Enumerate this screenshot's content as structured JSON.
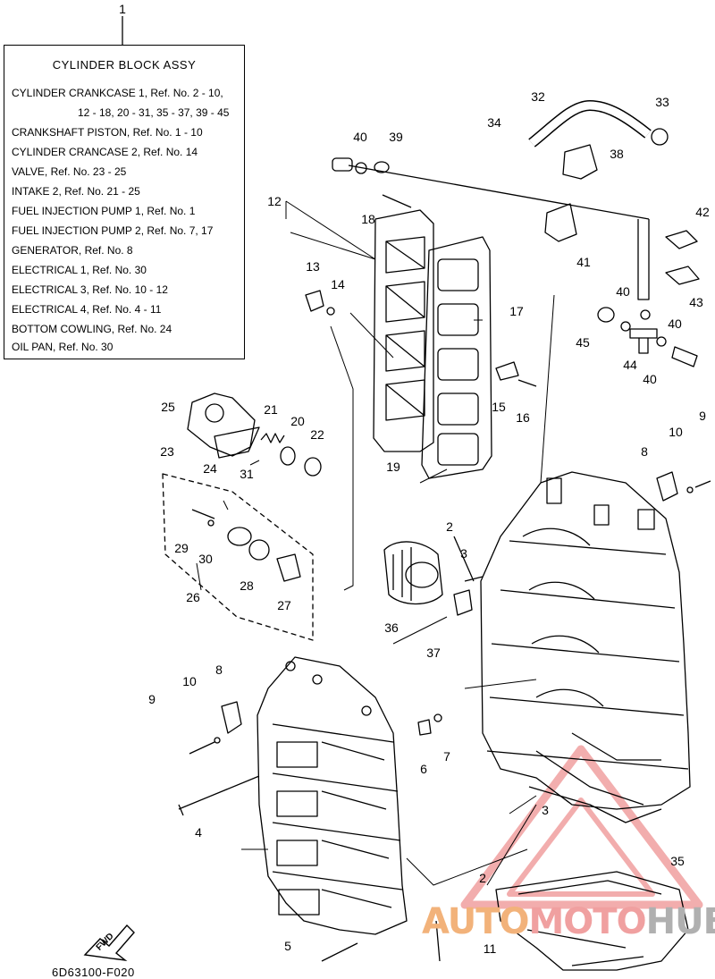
{
  "callout_top": "1",
  "legend": {
    "title": "CYLINDER  BLOCK ASSY",
    "lines": [
      "CYLINDER CRANKCASE 1,  Ref. No. 2 - 10,",
      "12 - 18, 20 - 31, 35 - 37, 39 - 45",
      "CRANKSHAFT PISTON,   Ref. No. 1 - 10",
      "CYLINDER CRANCASE 2,   Ref. No. 14",
      "VALVE,   Ref. No. 23 - 25",
      "INTAKE 2,   Ref. No. 21 - 25",
      "FUEL INJECTION PUMP  1,   Ref. No. 1",
      "FUEL INJECTION PUMP  2,   Ref. No. 7, 17",
      "GENERATOR,   Ref. No. 8",
      "ELECTRICAL 1,   Ref. No. 30",
      "ELECTRICAL 3,   Ref. No. 10 - 12",
      "ELECTRICAL 4,   Ref. No. 4 - 11",
      "BOTTOM COWLING,   Ref. No. 24",
      "OIL PAN,   Ref. No. 30"
    ]
  },
  "callouts": [
    "32",
    "33",
    "34",
    "38",
    "40",
    "39",
    "12",
    "18",
    "42",
    "41",
    "13",
    "14",
    "17",
    "40",
    "43",
    "45",
    "40",
    "44",
    "40",
    "25",
    "21",
    "20",
    "22",
    "15",
    "16",
    "9",
    "23",
    "24",
    "19",
    "10",
    "8",
    "31",
    "2",
    "3",
    "29",
    "30",
    "28",
    "26",
    "27",
    "36",
    "37",
    "10",
    "8",
    "9",
    "6",
    "7",
    "3",
    "4",
    "35",
    "2",
    "5",
    "11"
  ],
  "fwd_label": "FWD",
  "footer_code": "6D63100-F020",
  "watermark": {
    "part_a": "AUTO",
    "part_b": "MOTO",
    "part_c": "HUB"
  }
}
